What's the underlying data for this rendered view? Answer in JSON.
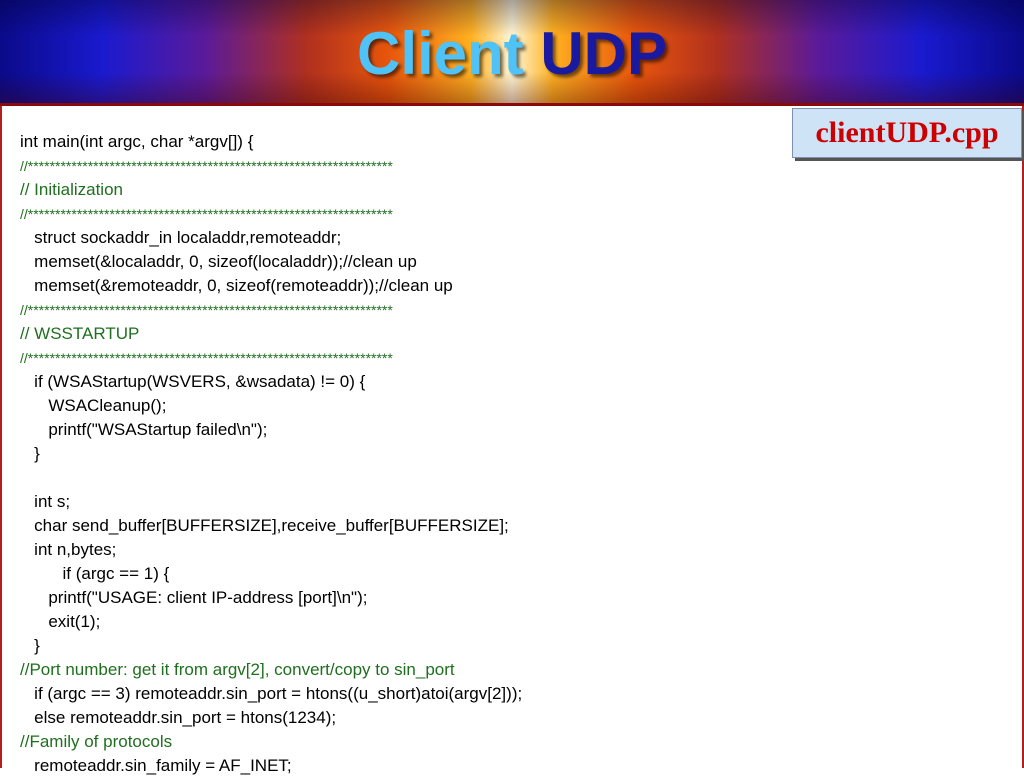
{
  "slide": {
    "title_part1": "Client",
    "title_part2": "UDP",
    "filename": "clientUDP.cpp"
  },
  "colors": {
    "title_part1": "#4fc3f7",
    "title_part2": "#1a1aa0",
    "comment": "#1f6f1f",
    "code": "#000000",
    "filename": "#cc0000",
    "filename_box": "#cfe3f7"
  },
  "code": {
    "lines": [
      "int main(int argc, char *argv[]) {",
      "//*******************************************************************",
      "// Initialization",
      "//*******************************************************************",
      "   struct sockaddr_in localaddr,remoteaddr;",
      "   memset(&localaddr, 0, sizeof(localaddr));//clean up",
      "   memset(&remoteaddr, 0, sizeof(remoteaddr));//clean up",
      "//*******************************************************************",
      "// WSSTARTUP",
      "//*******************************************************************",
      "   if (WSAStartup(WSVERS, &wsadata) != 0) {",
      "      WSACleanup();",
      "      printf(\"WSAStartup failed\\n\");",
      "   }",
      "",
      "   int s;",
      "   char send_buffer[BUFFERSIZE],receive_buffer[BUFFERSIZE];",
      "   int n,bytes;",
      "         if (argc == 1) {",
      "      printf(\"USAGE: client IP-address [port]\\n\");",
      "      exit(1);",
      "   }",
      "//Port number: get it from argv[2], convert/copy to sin_port",
      "   if (argc == 3) remoteaddr.sin_port = htons((u_short)atoi(argv[2]));",
      "   else remoteaddr.sin_port = htons(1234);",
      "//Family of protocols",
      "   remoteaddr.sin_family = AF_INET;"
    ]
  }
}
